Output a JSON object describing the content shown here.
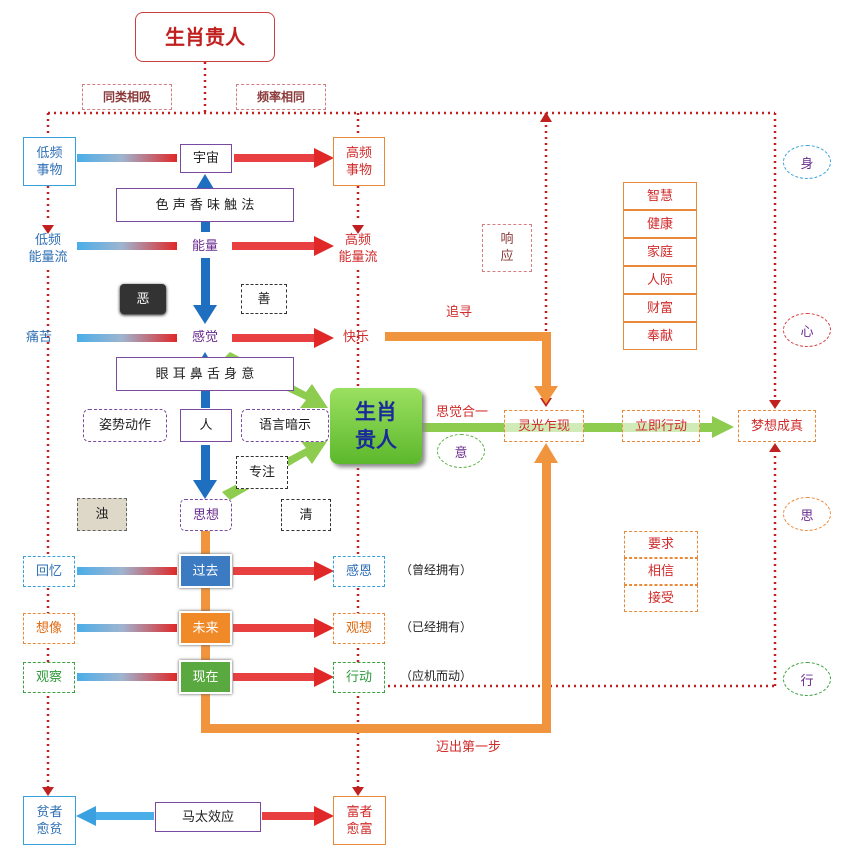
{
  "title": "生肖贵人",
  "top_tags": {
    "left": "同类相吸",
    "right": "频率相同"
  },
  "left_column": {
    "low_things": "低频\n事物",
    "low_energy": "低频\n能量流",
    "pain": "痛苦",
    "recall": "回忆",
    "imagine": "想像",
    "observe": "观察",
    "poor": "贫者\n愈贫"
  },
  "center_column": {
    "universe": "宇宙",
    "senses6": "色 声 香  味 触 法",
    "energy": "能量",
    "evil": "恶",
    "good": "善",
    "feeling": "感觉",
    "organs": "眼 耳 鼻   舌 身 意",
    "posture": "姿势动作",
    "person": "人",
    "speech": "语言暗示",
    "focus": "专注",
    "turbid": "浊",
    "thought": "思想",
    "clear": "清",
    "past": "过去",
    "future": "未来",
    "present": "现在",
    "matthew": "马太效应"
  },
  "right_column": {
    "high_things": "高频\n事物",
    "high_energy": "高频\n能量流",
    "happy": "快乐",
    "gratitude": "感恩",
    "visualize": "观想",
    "action": "行动",
    "rich": "富者\n愈富"
  },
  "notes": {
    "had": "（曾经拥有）",
    "already": "（已经拥有）",
    "respond": "（应机而动）"
  },
  "center_big": "生肖\n贵人",
  "flow": {
    "pursue": "追寻",
    "unify": "思觉合一",
    "mind": "意",
    "inspiration": "灵光乍现",
    "act_now": "立即行动",
    "dream": "梦想成真",
    "first_step": "迈出第一步",
    "echo": "响\n应"
  },
  "goals": [
    "智慧",
    "健康",
    "家庭",
    "人际",
    "财富",
    "奉献"
  ],
  "attitudes": [
    "要求",
    "相信",
    "接受"
  ],
  "aspects": [
    "身",
    "心",
    "思",
    "行"
  ],
  "colors": {
    "red": "#d12b2b",
    "blue": "#2f6fb5",
    "orange": "#f0953e",
    "green": "#8dcc4e",
    "purple": "#6a2c8f"
  }
}
